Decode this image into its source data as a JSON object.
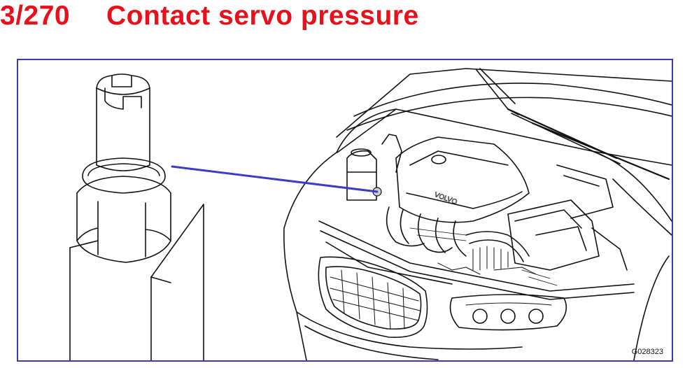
{
  "header": {
    "number": "3/270",
    "title": "Contact servo pressure"
  },
  "figure": {
    "id_label": "G028323",
    "components": [
      "pressure-switch-closeup",
      "engine-bay-illustration",
      "leader-line"
    ],
    "colors": {
      "title": "#e8101a",
      "frame": "#3b3bb0",
      "leader": "#3c3cc4",
      "ink": "#111111"
    }
  }
}
